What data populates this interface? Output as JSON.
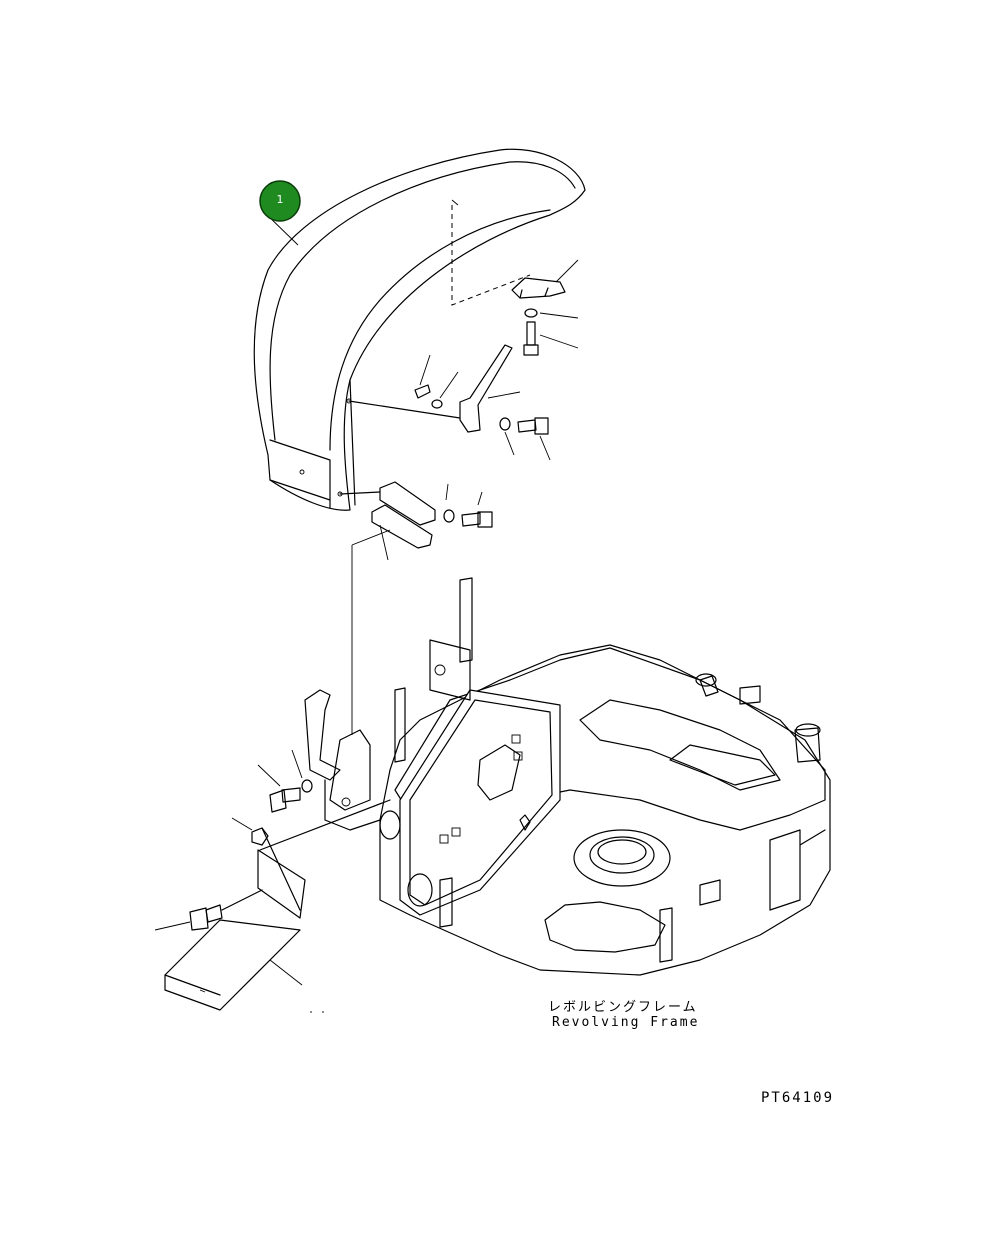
{
  "callout": {
    "number": "1",
    "color": "#1f8a1f"
  },
  "labels": {
    "frame_jp": "レボルビングフレーム",
    "frame_en": "Revolving Frame"
  },
  "drawing_code": "PT64109"
}
